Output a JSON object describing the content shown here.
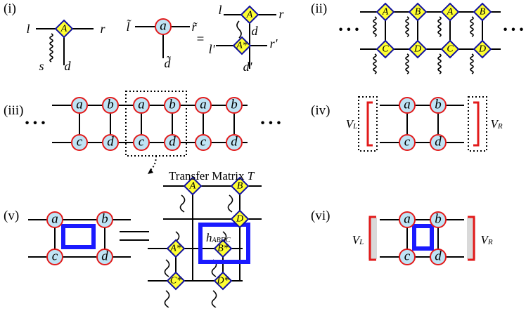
{
  "panels": {
    "p1": "(i)",
    "p2": "(ii)",
    "p3": "(iii)",
    "p4": "(iv)",
    "p5": "(v)",
    "p6": "(vi)"
  },
  "tensors": {
    "A": "A",
    "B": "B",
    "C": "C",
    "D": "D",
    "Astar": "A*",
    "Bstar": "B*",
    "Cstar": "C*",
    "Dstar": "D*",
    "a": "a",
    "b": "b",
    "c": "c",
    "d": "d"
  },
  "legs": {
    "l": "l",
    "r": "r",
    "s": "s",
    "d": "d",
    "lt": "l̃",
    "rt": "r̃",
    "dt": "d̃",
    "lp": "l'",
    "rp": "r'",
    "dp": "d'"
  },
  "symbols": {
    "equals": "=",
    "ellipsis": "• • •"
  },
  "annotations": {
    "transfer_prefix": "Transfer Matrix ",
    "transfer_symbol": "T",
    "VL_main": "V",
    "VL_sub": "L",
    "VR_main": "V",
    "VR_sub": "R",
    "h_main": "h",
    "h_sub": "ABDC"
  },
  "colors": {
    "diamond_fill": "#ffff33",
    "diamond_stroke": "#1010a0",
    "circle_fill": "#bfe4f5",
    "circle_stroke": "#e21a1a",
    "bracket": "#e21a1a",
    "operator": "#1a1aff",
    "shade": "#d9d9d9"
  }
}
